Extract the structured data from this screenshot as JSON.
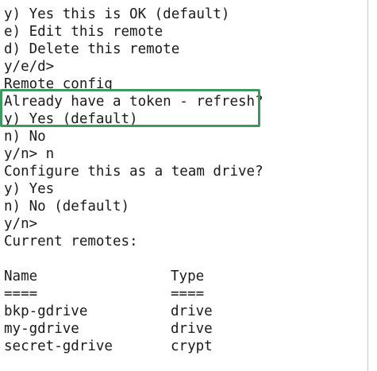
{
  "terminal": {
    "lines": [
      "y) Yes this is OK (default)",
      "e) Edit this remote",
      "d) Delete this remote",
      "y/e/d>",
      "Remote config",
      "Already have a token - refresh?",
      "y) Yes (default)",
      "n) No",
      "y/n> n",
      "Configure this as a team drive?",
      "y) Yes",
      "n) No (default)",
      "y/n>",
      "Current remotes:",
      ""
    ],
    "table": {
      "headers": [
        "Name",
        "Type"
      ],
      "separators": [
        "====",
        "===="
      ],
      "rows": [
        [
          "bkp-gdrive",
          "drive"
        ],
        [
          "my-gdrive",
          "drive"
        ],
        [
          "secret-gdrive",
          "crypt"
        ]
      ]
    }
  },
  "highlight": {
    "color": "#3c9a5f"
  }
}
